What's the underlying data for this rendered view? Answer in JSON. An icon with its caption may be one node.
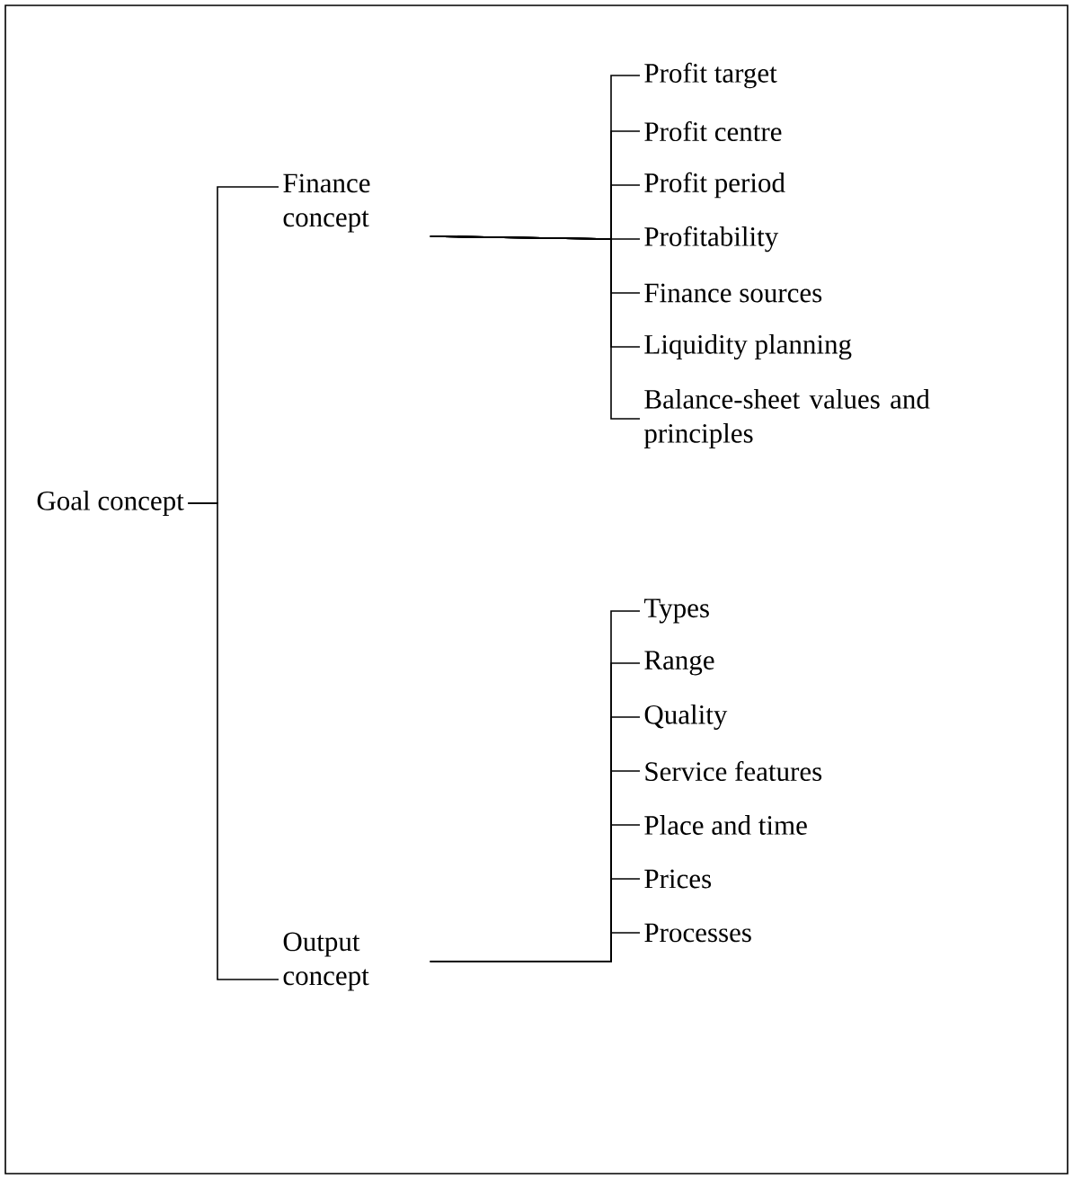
{
  "diagram": {
    "nodes": [
      {
        "text": [
          "Goal concept"
        ]
      },
      {
        "text": [
          "Finance concept"
        ]
      },
      {
        "text": [
          "Output concept"
        ]
      },
      {
        "text": [
          "Profit target"
        ]
      },
      {
        "text": [
          "Profit centre"
        ]
      },
      {
        "text": [
          "Profit period"
        ]
      },
      {
        "text": [
          "Profitability"
        ]
      },
      {
        "text": [
          "Finance sources"
        ]
      },
      {
        "text": [
          "Liquidity planning"
        ]
      },
      {
        "text": [
          "Balance-sheet values and principles"
        ]
      },
      {
        "text": [
          "Types"
        ]
      },
      {
        "text": [
          "Range"
        ]
      },
      {
        "text": [
          "Quality"
        ]
      },
      {
        "text": [
          "Service features"
        ]
      },
      {
        "text": [
          "Place and time"
        ]
      },
      {
        "text": [
          "Prices"
        ]
      },
      {
        "text": [
          "Processes"
        ]
      }
    ],
    "edges": [
      {
        "from": 0,
        "to": 1,
        "arrow": "none"
      },
      {
        "from": 0,
        "to": 2,
        "arrow": "none"
      },
      {
        "from": 1,
        "to": 3,
        "arrow": "none"
      },
      {
        "from": 1,
        "to": 4,
        "arrow": "none"
      },
      {
        "from": 1,
        "to": 5,
        "arrow": "none"
      },
      {
        "from": 1,
        "to": 6,
        "arrow": "none"
      },
      {
        "from": 1,
        "to": 7,
        "arrow": "none"
      },
      {
        "from": 1,
        "to": 8,
        "arrow": "none"
      },
      {
        "from": 1,
        "to": 9,
        "arrow": "none"
      },
      {
        "from": 2,
        "to": 10,
        "arrow": "none"
      },
      {
        "from": 2,
        "to": 11,
        "arrow": "none"
      },
      {
        "from": 2,
        "to": 12,
        "arrow": "none"
      },
      {
        "from": 2,
        "to": 13,
        "arrow": "none"
      },
      {
        "from": 2,
        "to": 14,
        "arrow": "none"
      },
      {
        "from": 2,
        "to": 15,
        "arrow": "none"
      },
      {
        "from": 2,
        "to": 16,
        "arrow": "none"
      }
    ]
  }
}
